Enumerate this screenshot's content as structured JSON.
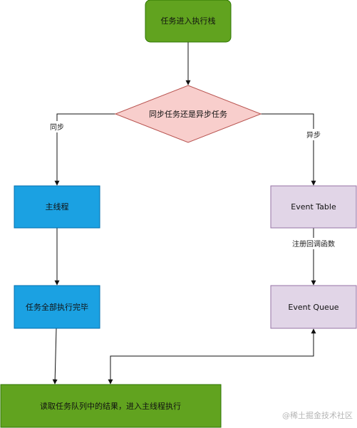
{
  "colors": {
    "green": "#61a31f",
    "green_border": "#2d7600",
    "pink": "#f8cecc",
    "pink_border": "#b85450",
    "blue": "#1ba1e2",
    "blue_border": "#006eaf",
    "lavender": "#e1d5e7",
    "lavender_border": "#9673a6",
    "line": "#111111"
  },
  "nodes": {
    "start": "任务进入执行栈",
    "decision": "同步任务还是异步任务",
    "main_thread": "主线程",
    "tasks_done": "任务全部执行完毕",
    "event_table": "Event Table",
    "event_queue": "Event Queue",
    "read_queue": "读取任务队列中的结果，进入主线程执行"
  },
  "edges": {
    "sync_label": "同步",
    "async_label": "异步",
    "register_label": "注册回调函数"
  },
  "watermark": {
    "text": "@稀土掘金技术社区"
  }
}
